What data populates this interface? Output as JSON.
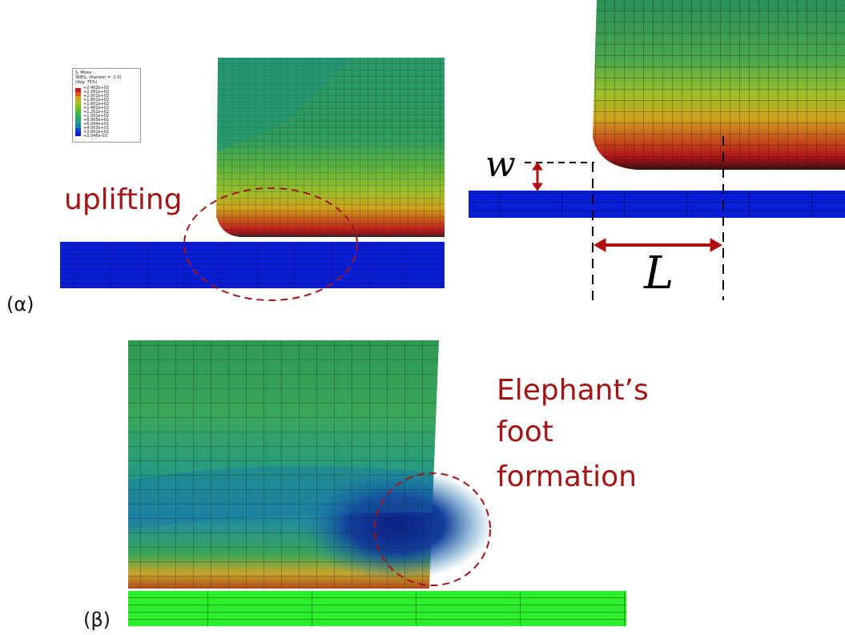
{
  "labels": {
    "uplifting": "uplifting",
    "w": "w",
    "L": "L",
    "panel_a": "(α)",
    "panel_b": "(β)",
    "elephant_line1": "Elephant’s",
    "elephant_line2": "foot",
    "elephant_line3": "formation"
  },
  "legend": {
    "title_lines": [
      "S, Mises",
      "SNEG, (fraction = -1.0)",
      "(Avg: 75%)"
    ],
    "values": [
      "+2.402e+02",
      "+2.201e+02",
      "+2.001e+02",
      "+1.801e+02",
      "+1.601e+02",
      "+1.401e+02",
      "+1.201e+02",
      "+1.001e+02",
      "+8.005e+01",
      "+6.004e+01",
      "+4.003e+01",
      "+2.001e+01",
      "+2.045e-03"
    ],
    "colors": [
      "#c8161a",
      "#d2611c",
      "#cfa21d",
      "#aec11f",
      "#86c321",
      "#5ebe2c",
      "#3bb54a",
      "#2ea86d",
      "#229a8e",
      "#1a7fb0",
      "#1043c8",
      "#0a1bd4"
    ]
  },
  "colors": {
    "annotation_red": "#a31515",
    "contact_blue": "#0a1ed8",
    "base_green": "#2cf02c"
  }
}
